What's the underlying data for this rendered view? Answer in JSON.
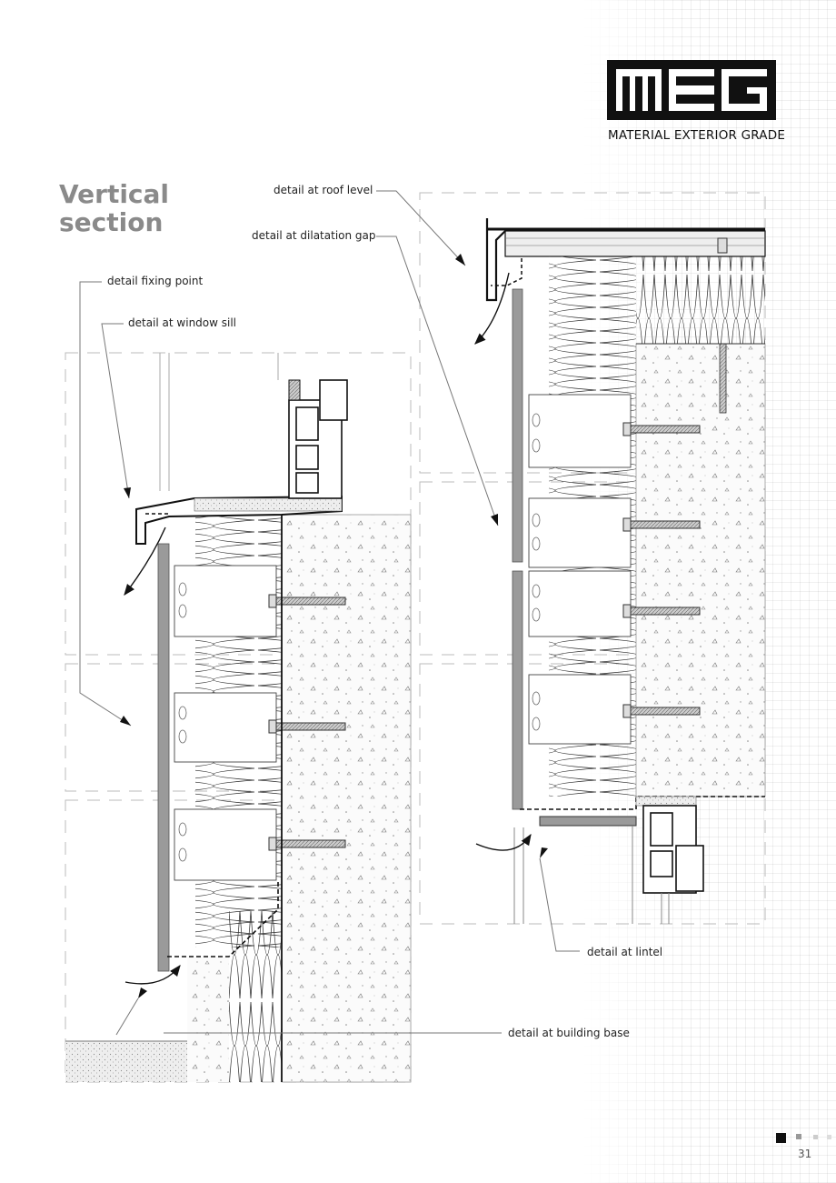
{
  "brand": {
    "logo_text": "MEG",
    "tagline": "MATERIAL EXTERIOR GRADE"
  },
  "title": {
    "line1": "Vertical",
    "line2": "section"
  },
  "labels": {
    "roof": "detail at roof level",
    "dilatation": "detail at dilatation gap",
    "fixing": "detail fixing point",
    "window_sill": "detail at window sill",
    "lintel": "detail at lintel",
    "base": "detail at building base"
  },
  "page_number": "31",
  "colors": {
    "title": "#8a8a8a",
    "logo": "#111111",
    "panel": "#9a9a9a",
    "line": "#222222"
  }
}
